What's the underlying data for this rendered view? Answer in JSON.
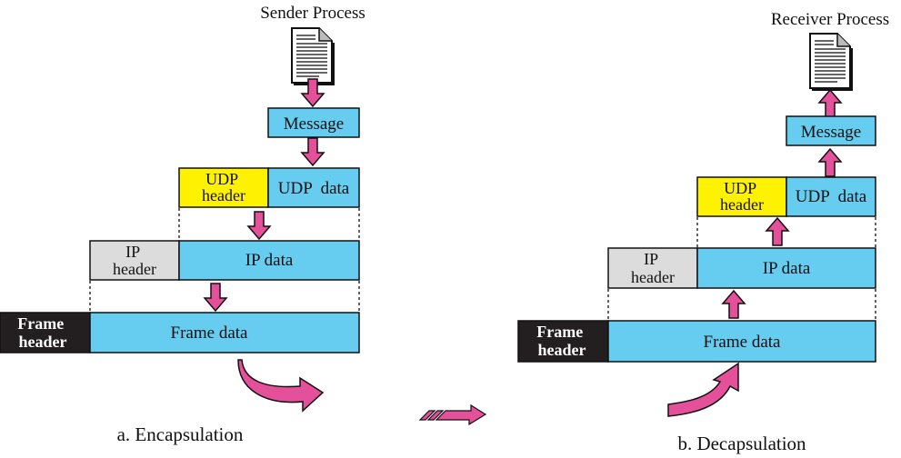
{
  "colors": {
    "blue": "#66CCF0",
    "yellow": "#FFF200",
    "gray": "#DCDCDC",
    "frame_header": "#231F20",
    "arrow": "#E5509B",
    "border": "#111111"
  },
  "icons": {
    "document": "document-icon",
    "arrow": "pink-arrow-icon"
  },
  "encapsulation": {
    "process": "Sender Process",
    "message": "Message",
    "udp_header_line1": "UDP",
    "udp_header_line2": "header",
    "udp_data": "UDP  data",
    "ip_header_line1": "IP",
    "ip_header_line2": "header",
    "ip_data": "IP data",
    "frame_header_line1": "Frame",
    "frame_header_line2": "header",
    "frame_data": "Frame data",
    "caption": "a. Encapsulation"
  },
  "decapsulation": {
    "process": "Receiver Process",
    "message": "Message",
    "udp_header_line1": "UDP",
    "udp_header_line2": "header",
    "udp_data": "UDP  data",
    "ip_header_line1": "IP",
    "ip_header_line2": "header",
    "ip_data": "IP data",
    "frame_header_line1": "Frame",
    "frame_header_line2": "header",
    "frame_data": "Frame data",
    "caption": "b. Decapsulation"
  }
}
